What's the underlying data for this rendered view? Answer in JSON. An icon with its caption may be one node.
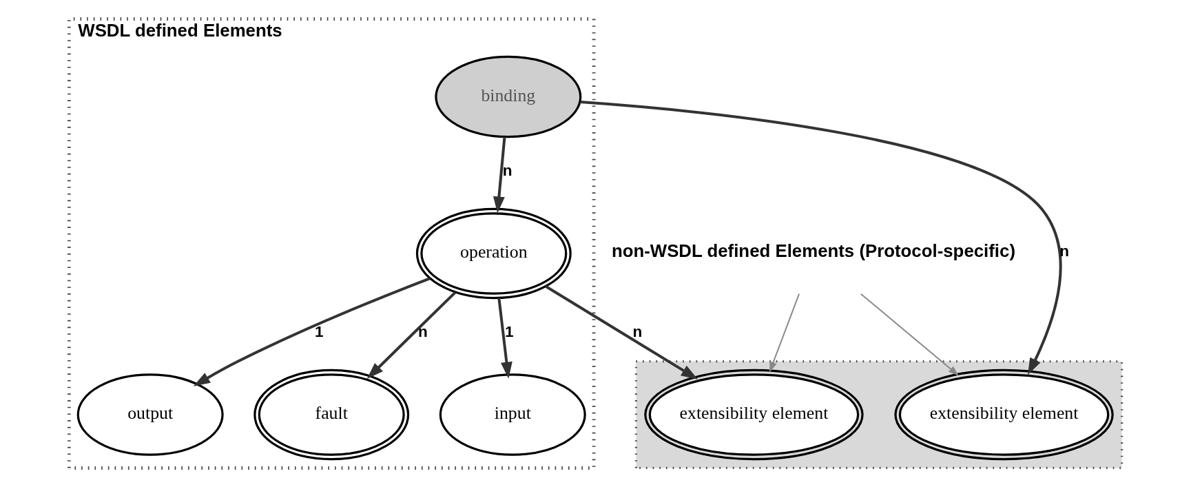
{
  "diagram": {
    "nodes": [
      {
        "text": [
          "WSDL defined Elements"
        ]
      },
      {
        "text": [
          "binding"
        ],
        "in": 0
      },
      {
        "text": [
          "operation"
        ],
        "in": 0
      },
      {
        "text": [
          "input"
        ],
        "in": 0
      },
      {
        "text": [
          "output"
        ],
        "in": 0
      },
      {
        "text": [
          "fault"
        ],
        "in": 0
      },
      {
        "text": [],
        "shape": "box"
      },
      {
        "text": [
          "extensibility element"
        ],
        "in": 6
      },
      {
        "text": [
          "extensibility element"
        ],
        "in": 6
      },
      {
        "text": [
          "non-WSDL defined Elements (Protocol-specific)"
        ]
      }
    ],
    "edges": [
      {
        "from": 1,
        "to": 2,
        "arrow": "to",
        "label": "n"
      },
      {
        "from": 1,
        "to": 7,
        "arrow": "to",
        "label": "n"
      },
      {
        "from": 2,
        "to": 3,
        "arrow": "to",
        "label": "1"
      },
      {
        "from": 2,
        "to": 4,
        "arrow": "to",
        "label": "1"
      },
      {
        "from": 2,
        "to": 5,
        "arrow": "to",
        "label": "n"
      },
      {
        "from": 2,
        "to": 8,
        "arrow": "to",
        "label": "n"
      },
      {
        "from": 9,
        "to": 7,
        "arrow": "to"
      },
      {
        "from": 9,
        "to": 8,
        "arrow": "to"
      }
    ]
  }
}
